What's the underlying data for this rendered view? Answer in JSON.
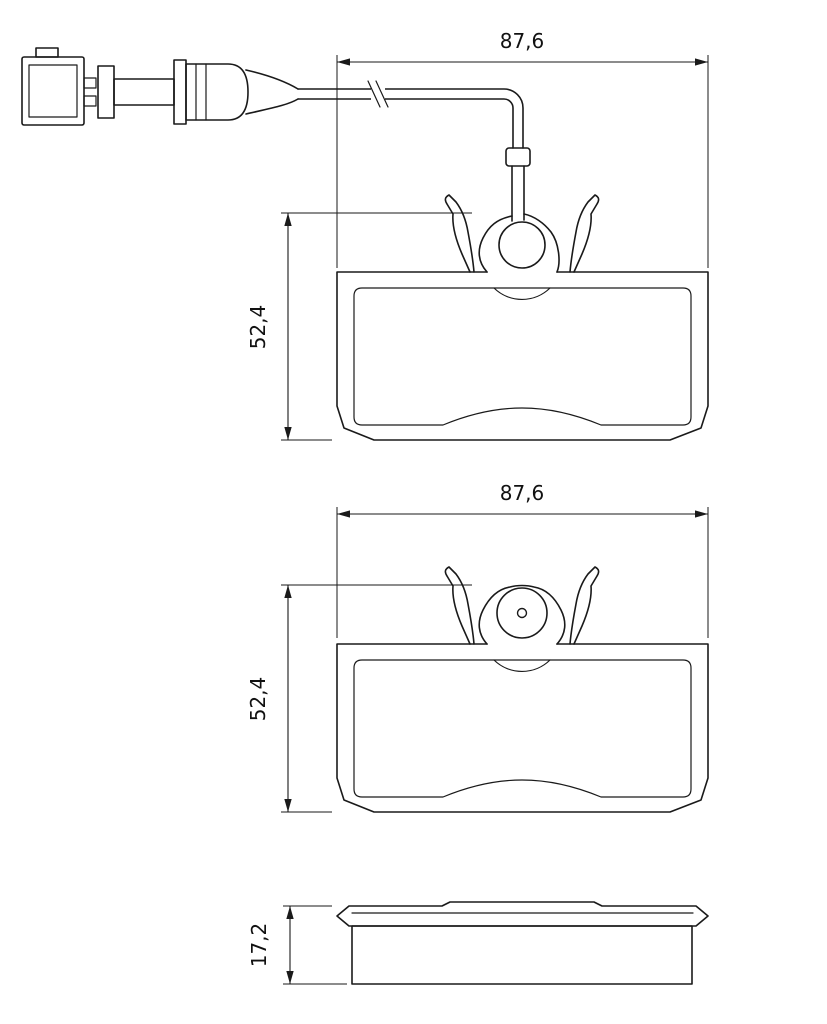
{
  "drawing": {
    "background": "#ffffff",
    "line_color": "#1a1a1a",
    "views": [
      {
        "name": "pad-with-wear-sensor",
        "width": "87,6",
        "height": "52,4"
      },
      {
        "name": "pad-back-plate",
        "width": "87,6",
        "height": "52,4"
      },
      {
        "name": "pad-side-profile",
        "thickness": "17,2"
      }
    ]
  }
}
